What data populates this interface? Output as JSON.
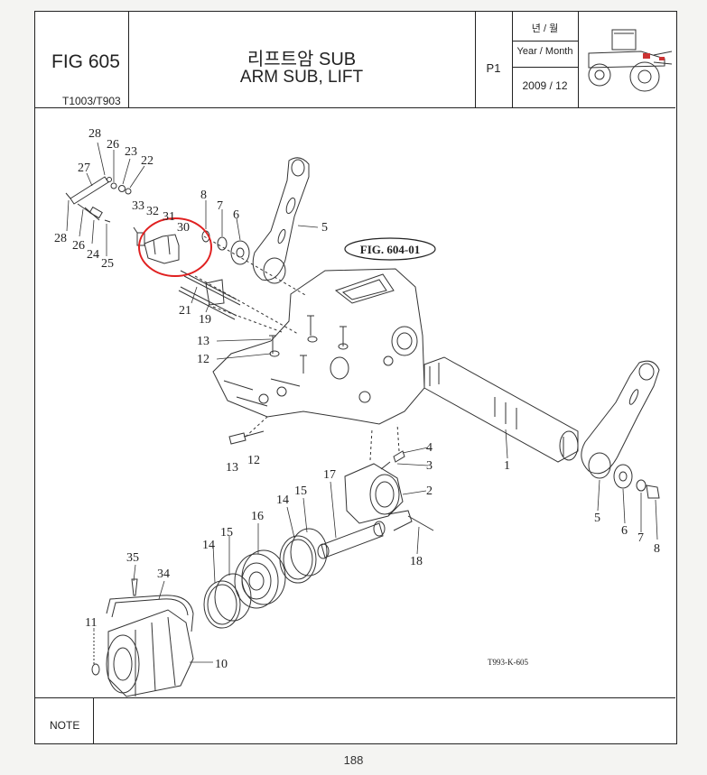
{
  "header": {
    "fig_title": "FIG 605",
    "model": "T1003/T903",
    "title_ko": "리프트암 SUB",
    "title_en": "ARM SUB, LIFT",
    "page_code": "P1",
    "year_month_ko": "년 / 월",
    "year_month_en": "Year / Month",
    "date": "2009 / 12"
  },
  "diagram": {
    "fig_ref": "FIG. 604-01",
    "drawing_ref": "T993-K-605",
    "callouts": [
      "28",
      "26",
      "23",
      "22",
      "27",
      "28",
      "26",
      "24",
      "25",
      "33",
      "32",
      "31",
      "30",
      "8",
      "7",
      "6",
      "5",
      "21",
      "19",
      "13",
      "12",
      "12",
      "13",
      "4",
      "3",
      "2",
      "1",
      "5",
      "6",
      "7",
      "8",
      "17",
      "18",
      "16",
      "15",
      "14",
      "15",
      "14",
      "35",
      "34",
      "11",
      "10"
    ],
    "highlight_color": "#e02020"
  },
  "footer": {
    "note_label": "NOTE",
    "page_number": "188"
  }
}
